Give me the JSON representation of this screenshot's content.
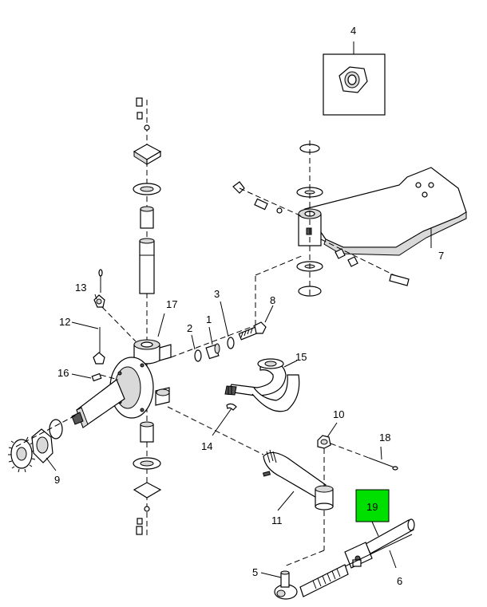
{
  "callouts": {
    "c1": "1",
    "c2": "2",
    "c3": "3",
    "c4": "4",
    "c5": "5",
    "c6": "6",
    "c7": "7",
    "c8": "8",
    "c9": "9",
    "c10": "10",
    "c11": "11",
    "c12": "12",
    "c13": "13",
    "c14": "14",
    "c15": "15",
    "c16": "16",
    "c17": "17",
    "c18": "18",
    "c19": "19"
  },
  "highlight": {
    "callout": "19",
    "color": "#00e000"
  }
}
